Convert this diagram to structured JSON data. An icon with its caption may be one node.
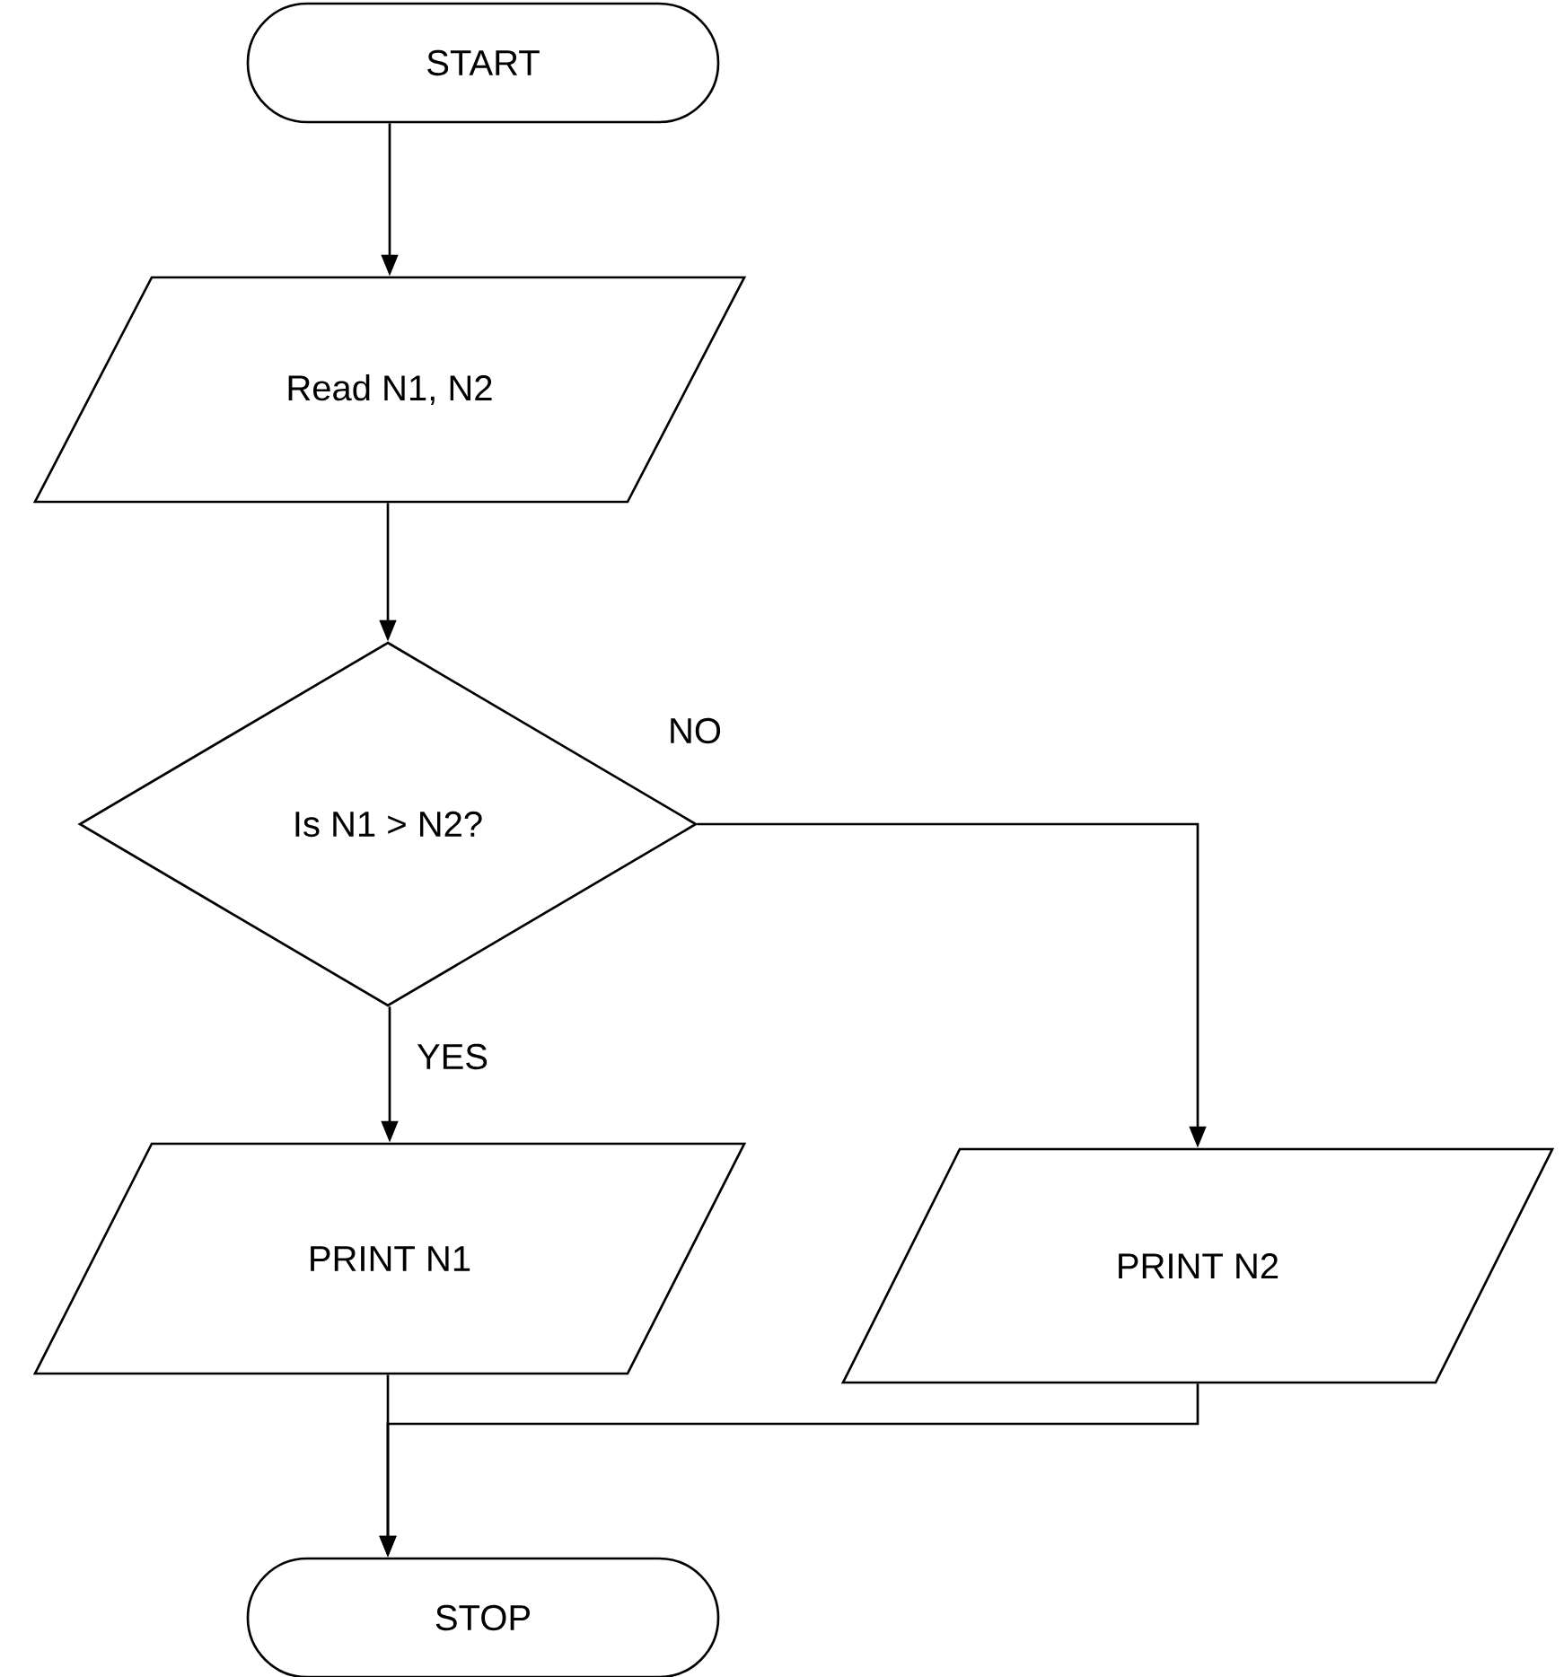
{
  "diagram": {
    "nodes": [
      {
        "text": [
          "START"
        ]
      },
      {
        "text": [
          "Read N1, N2"
        ]
      },
      {
        "text": [
          "Is N1 > N2?"
        ]
      },
      {
        "text": [
          "PRINT N1"
        ]
      },
      {
        "text": [
          "PRINT N2"
        ]
      },
      {
        "text": [
          "STOP"
        ]
      }
    ],
    "edges": [
      {
        "from": 0,
        "to": 1,
        "arrow": "to"
      },
      {
        "from": 1,
        "to": 2,
        "arrow": "to"
      },
      {
        "from": 2,
        "to": 3,
        "arrow": "to",
        "label": "YES"
      },
      {
        "from": 2,
        "to": 4,
        "arrow": "to",
        "label": "NO"
      },
      {
        "from": 3,
        "to": 5,
        "arrow": "to"
      },
      {
        "from": 4,
        "to": 5,
        "arrow": "to"
      }
    ]
  }
}
